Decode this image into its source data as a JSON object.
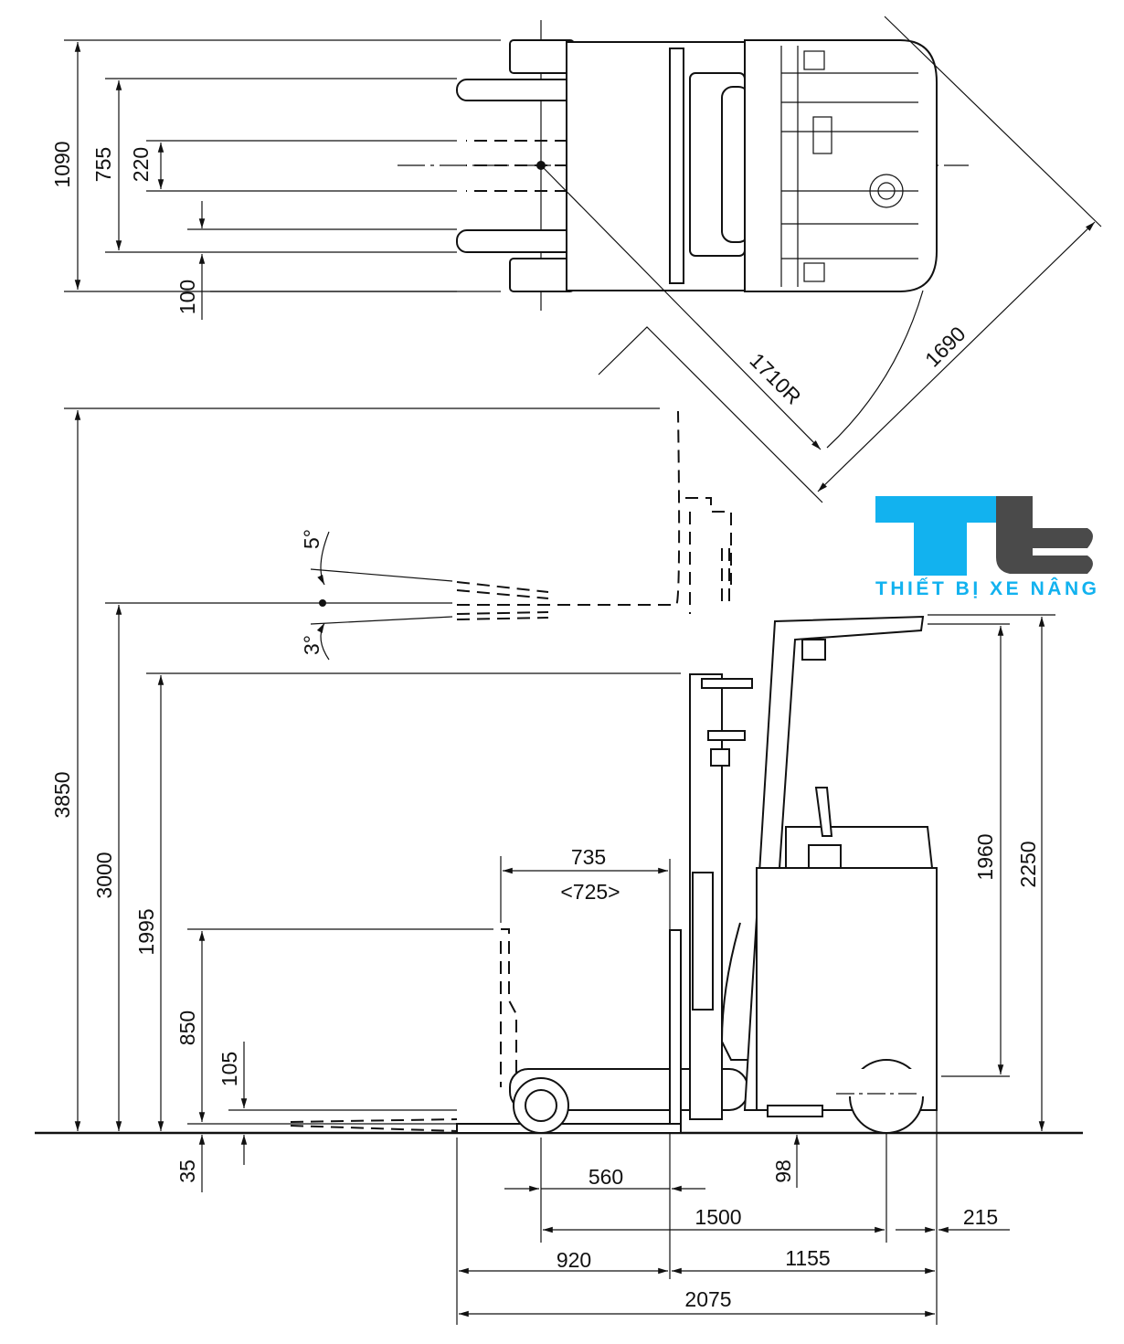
{
  "logo": {
    "brand_text": "THIẾT BỊ XE NÂNG",
    "primary_color": "#12b2ef",
    "secondary_color": "#4a4a4a"
  },
  "top_view": {
    "overall_width": "1090",
    "fork_spread_outer": "755",
    "fork_spread_inner": "220",
    "fork_width": "100",
    "turning_radius": "1710R",
    "aisle_diagonal": "1690"
  },
  "side_view": {
    "max_lift_height_extended": "3850",
    "max_fork_height": "3000",
    "mast_lowered_height": "1995",
    "free_lift": "850",
    "fork_thickness": "105",
    "ground_to_fork_bottom": "35",
    "tilt_forward": "5°",
    "tilt_backward": "3°",
    "load_center": "735",
    "load_center_alt": "<725>",
    "seat_height": "1960",
    "overhead_guard_height": "2250",
    "ground_clearance": "98",
    "reach_stroke": "560",
    "wheelbase": "1500",
    "rear_overhang": "215",
    "fork_length_front": "920",
    "body_length": "1155",
    "overall_length": "2075"
  }
}
